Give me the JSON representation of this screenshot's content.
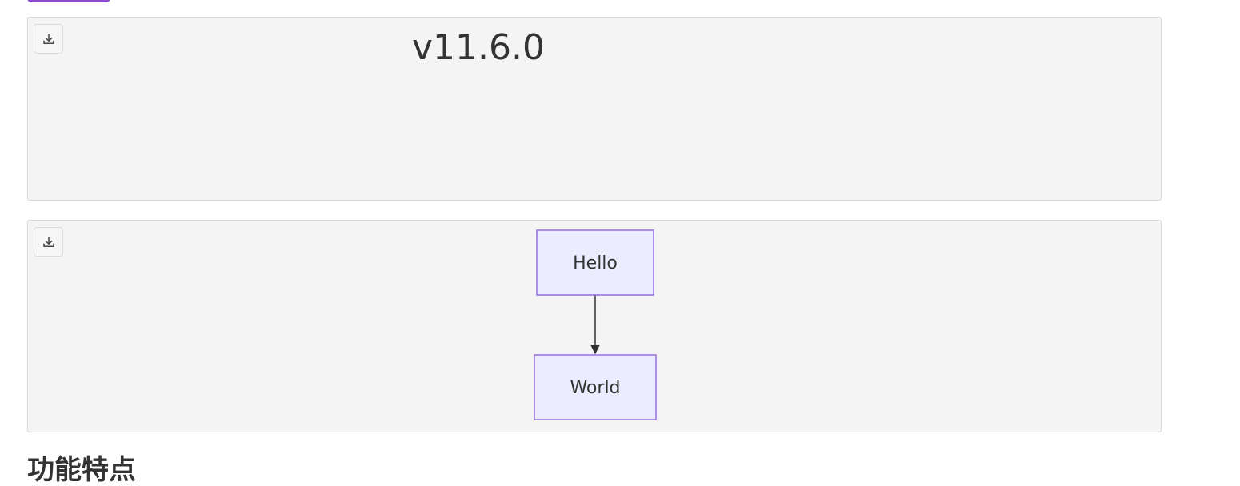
{
  "diagrams": [
    {
      "download_icon": "download-icon",
      "text": "v11.6.0"
    },
    {
      "download_icon": "download-icon",
      "nodes": [
        {
          "id": "A",
          "label": "Hello"
        },
        {
          "id": "B",
          "label": "World"
        }
      ],
      "edges": [
        {
          "from": "A",
          "to": "B"
        }
      ]
    }
  ],
  "section_heading": "功能特点",
  "colors": {
    "accent": "#8a4dd1",
    "panel_bg": "#f4f4f4",
    "node_fill": "#ececff",
    "node_stroke": "#9370db",
    "edge": "#333333",
    "text": "#333333"
  }
}
